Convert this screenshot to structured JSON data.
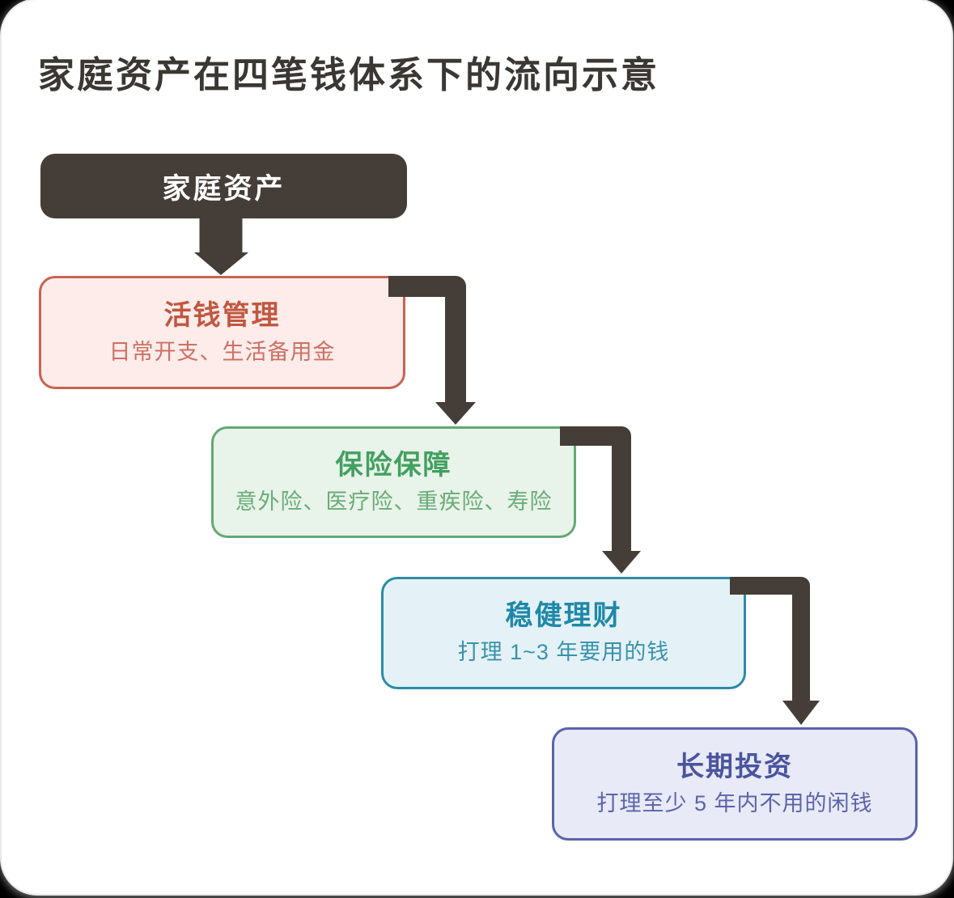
{
  "page": {
    "title": "家庭资产在四笔钱体系下的流向示意",
    "title_color": "#3b3733",
    "card_bg": "#ffffff",
    "outer_bg": "#000000"
  },
  "root_node": {
    "label": "家庭资产",
    "bg": "#453e38",
    "text_color": "#ffffff"
  },
  "flow_nodes": [
    {
      "title": "活钱管理",
      "subtitle": "日常开支、生活备用金",
      "fill": "#fdecea",
      "border": "#c96350",
      "title_color": "#c05740",
      "subtitle_color": "#cd7164"
    },
    {
      "title": "保险保障",
      "subtitle": "意外险、医疗险、重疾险、寿险",
      "fill": "#e8f3e9",
      "border": "#63a974",
      "title_color": "#43a061",
      "subtitle_color": "#6aac78"
    },
    {
      "title": "稳健理财",
      "subtitle": "打理 1~3 年要用的钱",
      "fill": "#e4f2f8",
      "border": "#2e8ba7",
      "title_color": "#1f88a8",
      "subtitle_color": "#3a92aa"
    },
    {
      "title": "长期投资",
      "subtitle": "打理至少 5 年内不用的闲钱",
      "fill": "#e8eaf8",
      "border": "#5a63ab",
      "title_color": "#4a549e",
      "subtitle_color": "#5b64a9"
    }
  ],
  "connector_color": "#453e38"
}
